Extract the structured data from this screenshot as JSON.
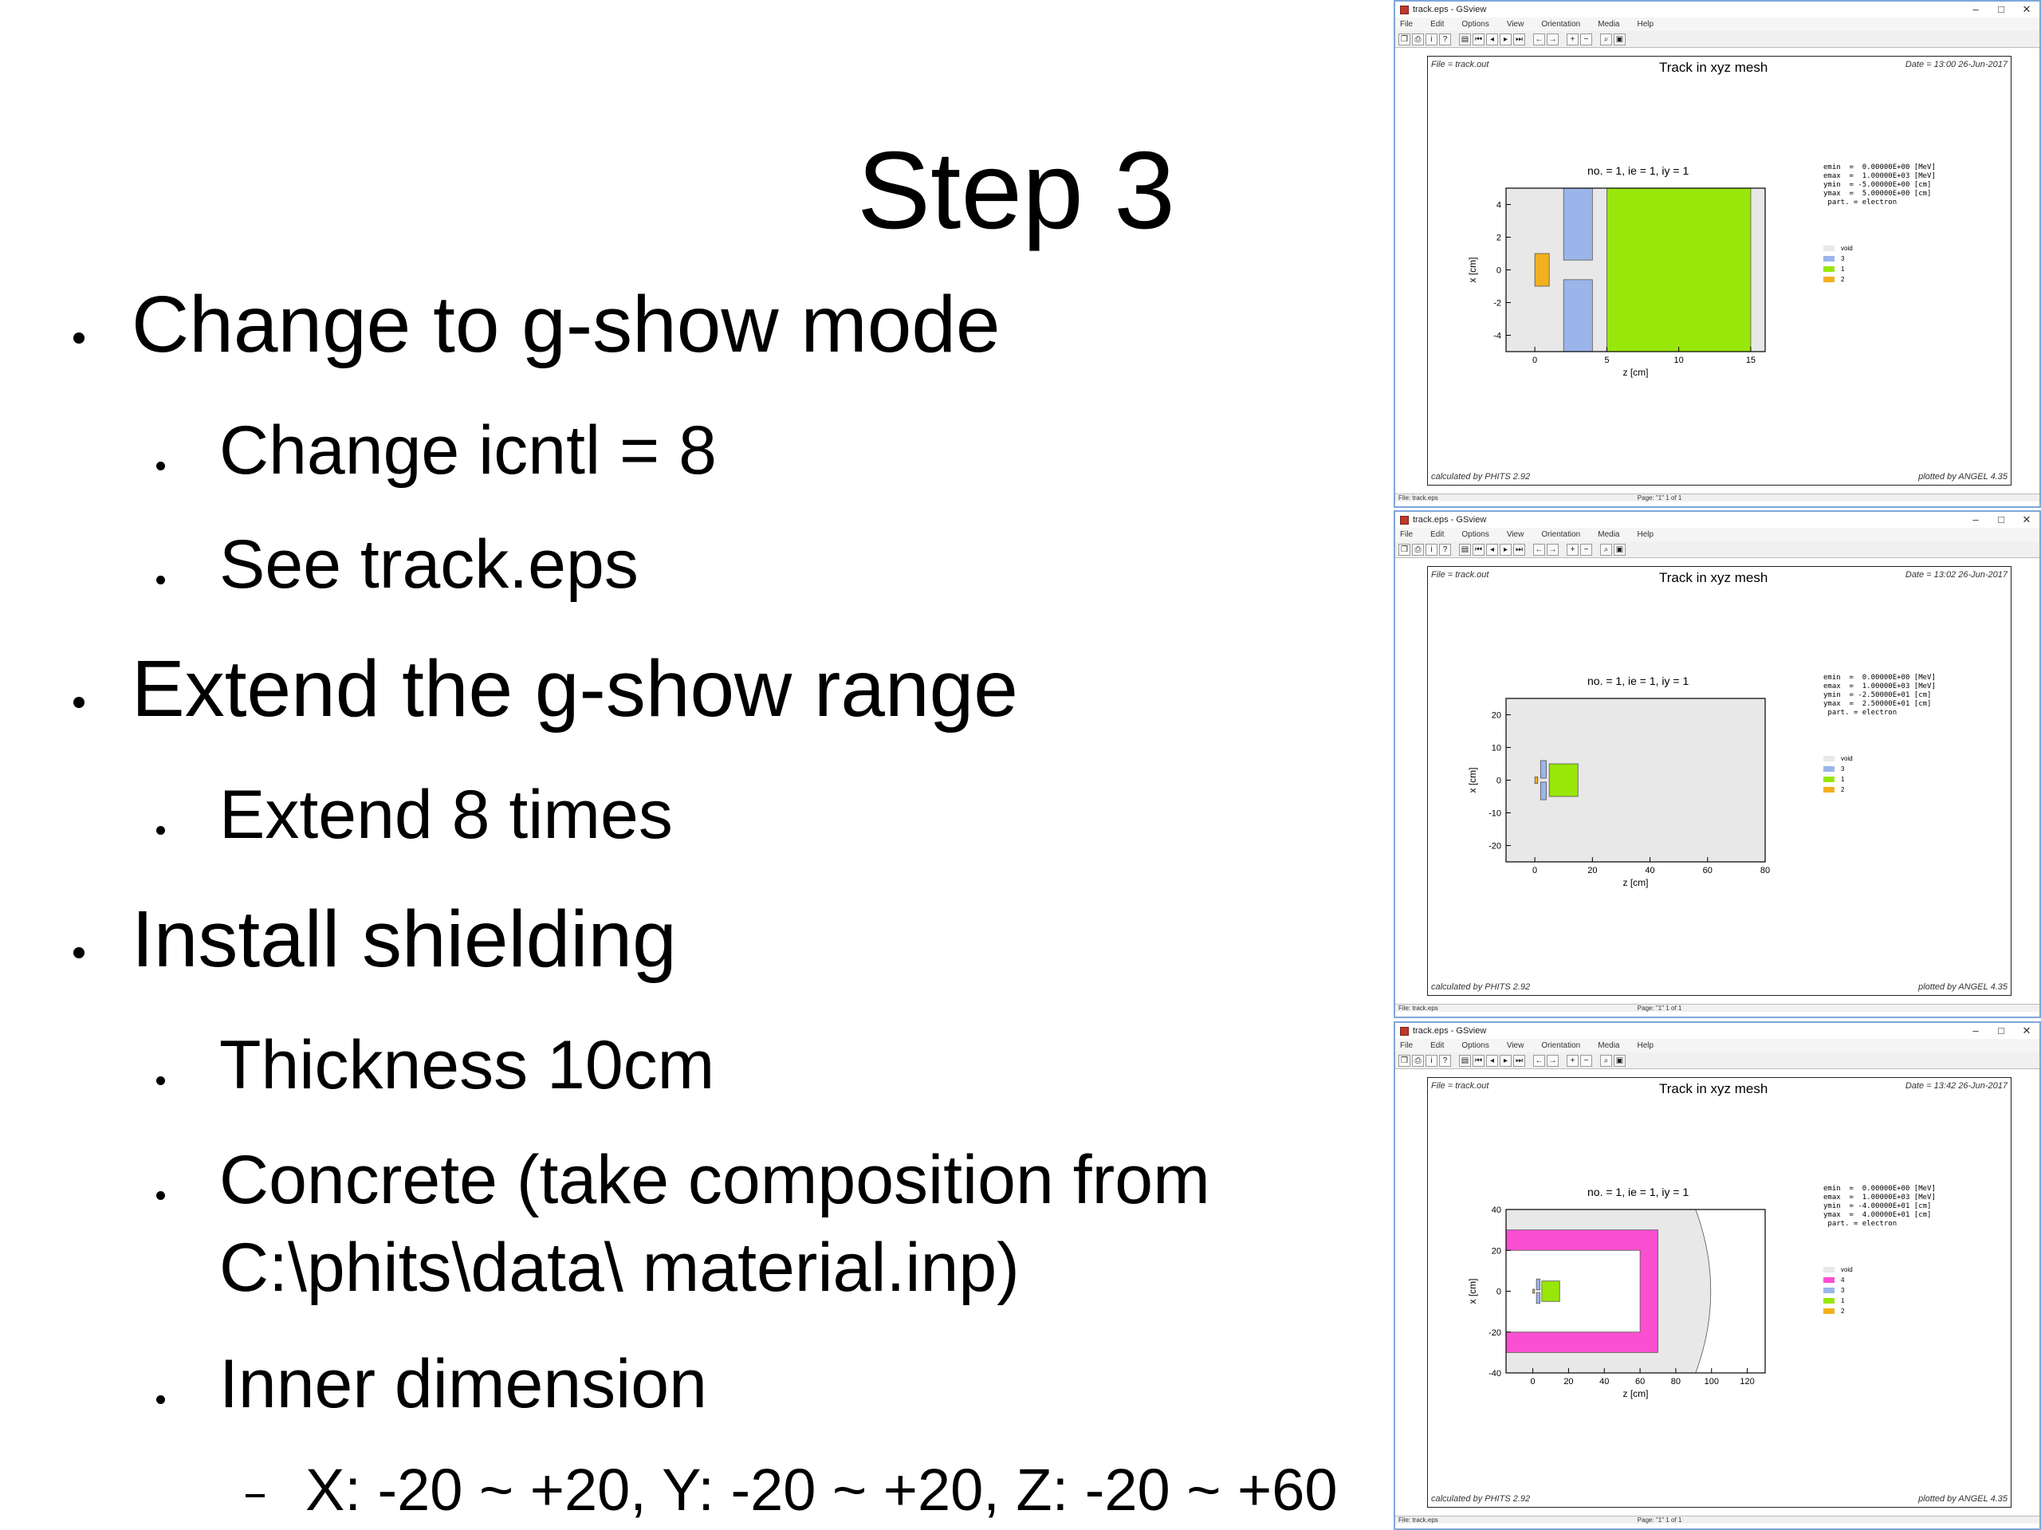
{
  "slide": {
    "title": "Step 3",
    "bullets": [
      "Change to g-show mode",
      "Change icntl = 8",
      "See track.eps",
      "Extend the g-show range",
      "Extend 8 times",
      "Install shielding",
      "Thickness 10cm",
      "Concrete (take composition from",
      "C:\\phits\\data\\ material.inp)",
      "Inner dimension",
      "X: -20 ~ +20, Y: -20 ~ +20, Z: -20 ~ +60"
    ]
  },
  "windows": [
    {
      "title": "track.eps - GSview",
      "menu": [
        "File",
        "Edit",
        "Options",
        "View",
        "Orientation",
        "Media",
        "Help"
      ],
      "file_label": "File = track.out",
      "plot_title": "Track in xyz mesh",
      "date": "Date = 13:00 26-Jun-2017",
      "subtitle": "no. =  1,  ie =  1,  iy =  1",
      "info": "emin  =  0.00000E+00 [MeV]\nemax  =  1.00000E+03 [MeV]\nymin  = -5.00000E+00 [cm]\nymax  =  5.00000E+00 [cm]\n part. = electron",
      "legend": [
        {
          "label": "void",
          "color": "#e8e8e8"
        },
        {
          "label": "3",
          "color": "#9bb5ea"
        },
        {
          "label": "1",
          "color": "#99e60a"
        },
        {
          "label": "2",
          "color": "#f2b01e"
        }
      ],
      "xlabel": "z [cm]",
      "ylabel": "x [cm]",
      "xticks": [
        "0",
        "5",
        "10",
        "15"
      ],
      "yticks": [
        "4",
        "2",
        "0",
        "-2",
        "-4"
      ],
      "calc": "calculated by PHITS 2.92",
      "plotted": "plotted by ANGEL 4.35",
      "status_left": "File: track.eps",
      "status_mid": "Page: \"1\"   1 of 1"
    },
    {
      "title": "track.eps - GSview",
      "menu": [
        "File",
        "Edit",
        "Options",
        "View",
        "Orientation",
        "Media",
        "Help"
      ],
      "file_label": "File = track.out",
      "plot_title": "Track in xyz mesh",
      "date": "Date = 13:02 26-Jun-2017",
      "subtitle": "no. =  1,  ie =  1,  iy =  1",
      "info": "emin  =  0.00000E+00 [MeV]\nemax  =  1.00000E+03 [MeV]\nymin  = -2.50000E+01 [cm]\nymax  =  2.50000E+01 [cm]\n part. = electron",
      "legend": [
        {
          "label": "void",
          "color": "#e8e8e8"
        },
        {
          "label": "3",
          "color": "#9bb5ea"
        },
        {
          "label": "1",
          "color": "#99e60a"
        },
        {
          "label": "2",
          "color": "#f2b01e"
        }
      ],
      "xlabel": "z [cm]",
      "ylabel": "x [cm]",
      "xticks": [
        "0",
        "20",
        "40",
        "60",
        "80"
      ],
      "yticks": [
        "20",
        "10",
        "0",
        "-10",
        "-20"
      ],
      "calc": "calculated by PHITS 2.92",
      "plotted": "plotted by ANGEL 4.35",
      "status_left": "File: track.eps",
      "status_mid": "Page: \"1\"   1 of 1"
    },
    {
      "title": "track.eps - GSview",
      "menu": [
        "File",
        "Edit",
        "Options",
        "View",
        "Orientation",
        "Media",
        "Help"
      ],
      "file_label": "File = track.out",
      "plot_title": "Track in xyz mesh",
      "date": "Date = 13:42 26-Jun-2017",
      "subtitle": "no. =  1,  ie =  1,  iy =  1",
      "info": "emin  =  0.00000E+00 [MeV]\nemax  =  1.00000E+03 [MeV]\nymin  = -4.00000E+01 [cm]\nymax  =  4.00000E+01 [cm]\n part. = electron",
      "legend": [
        {
          "label": "void",
          "color": "#e8e8e8"
        },
        {
          "label": "4",
          "color": "#fb4fd2"
        },
        {
          "label": "3",
          "color": "#9bb5ea"
        },
        {
          "label": "1",
          "color": "#99e60a"
        },
        {
          "label": "2",
          "color": "#f2b01e"
        }
      ],
      "xlabel": "z [cm]",
      "ylabel": "x [cm]",
      "xticks": [
        "0",
        "20",
        "40",
        "60",
        "80",
        "100",
        "120"
      ],
      "yticks": [
        "40",
        "20",
        "0",
        "-20",
        "-40"
      ],
      "calc": "calculated by PHITS 2.92",
      "plotted": "plotted by ANGEL 4.35",
      "status_left": "File: track.eps",
      "status_mid": "Page: \"1\"   1 of 1"
    }
  ]
}
